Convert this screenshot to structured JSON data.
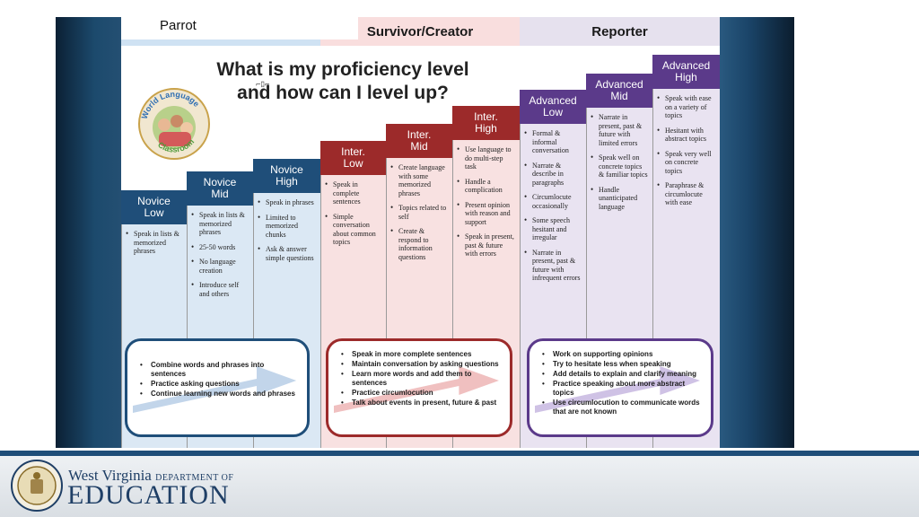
{
  "slide": {
    "label": "Parrot"
  },
  "chart": {
    "bands": [
      "Parrot",
      "Survivor/Creator",
      "Reporter"
    ],
    "title_line1": "What is my proficiency level",
    "title_line2": "and how can I level up?",
    "logo_text_top": "World Language",
    "logo_text_bottom": "Classroom",
    "columns": [
      {
        "title": "Novice\nLow",
        "items": [
          "Speak in lists & memorized phrases"
        ]
      },
      {
        "title": "Novice\nMid",
        "items": [
          "Speak in lists & memorized phrases",
          "25-50 words",
          "No language creation",
          "Introduce self and others"
        ]
      },
      {
        "title": "Novice\nHigh",
        "items": [
          "Speak in phrases",
          "Limited to memorized chunks",
          "Ask & answer simple questions"
        ]
      },
      {
        "title": "Inter.\nLow",
        "items": [
          "Speak in complete sentences",
          "Simple conversation about common topics"
        ]
      },
      {
        "title": "Inter.\nMid",
        "items": [
          "Create language with some memorized phrases",
          "Topics related to self",
          "Create & respond to information questions"
        ]
      },
      {
        "title": "Inter.\nHigh",
        "items": [
          "Use language to do multi-step task",
          "Handle a complication",
          "Present opinion with reason and support",
          "Speak in present, past & future with errors"
        ]
      },
      {
        "title": "Advanced\nLow",
        "items": [
          "Formal & informal conversation",
          "Narrate & describe in paragraphs",
          "Circumlocute occasionally",
          "Some speech hesitant and irregular",
          "Narrate in present, past & future with infrequent errors"
        ]
      },
      {
        "title": "Advanced\nMid",
        "items": [
          "Narrate in present, past & future with limited errors",
          "Speak well on concrete topics & familiar topics",
          "Handle unanticipated language"
        ]
      },
      {
        "title": "Advanced\nHigh",
        "items": [
          "Speak with ease on a variety of topics",
          "Hesitant with abstract topics",
          "Speak very well on concrete topics",
          "Paraphrase & circumlocute with ease"
        ]
      }
    ],
    "tips": [
      {
        "items": [
          "Combine words and phrases into sentences",
          "Practice asking questions",
          "Continue learning new words and phrases"
        ]
      },
      {
        "items": [
          "Speak in more complete sentences",
          "Maintain conversation by asking questions",
          "Learn more words and add them to sentences",
          "Practice circumlocution",
          "Talk about events in present, future & past"
        ]
      },
      {
        "items": [
          "Work on supporting opinions",
          "Try to hesitate less when speaking",
          "Add details to explain and clarify meaning",
          "Practice speaking about more abstract topics",
          "Use circumlocution to communicate words that are not known"
        ]
      }
    ]
  },
  "footer": {
    "org_name": "West Virginia",
    "dept_label": "DEPARTMENT OF",
    "org_big": "EDUCATION"
  },
  "colors": {
    "novice": "#1f4e79",
    "intermediate": "#9c2a2a",
    "advanced": "#5b3a8a",
    "novice_wash": "#dbe8f4",
    "intermediate_wash": "#f8e1e1",
    "advanced_wash": "#e9e3f1"
  }
}
